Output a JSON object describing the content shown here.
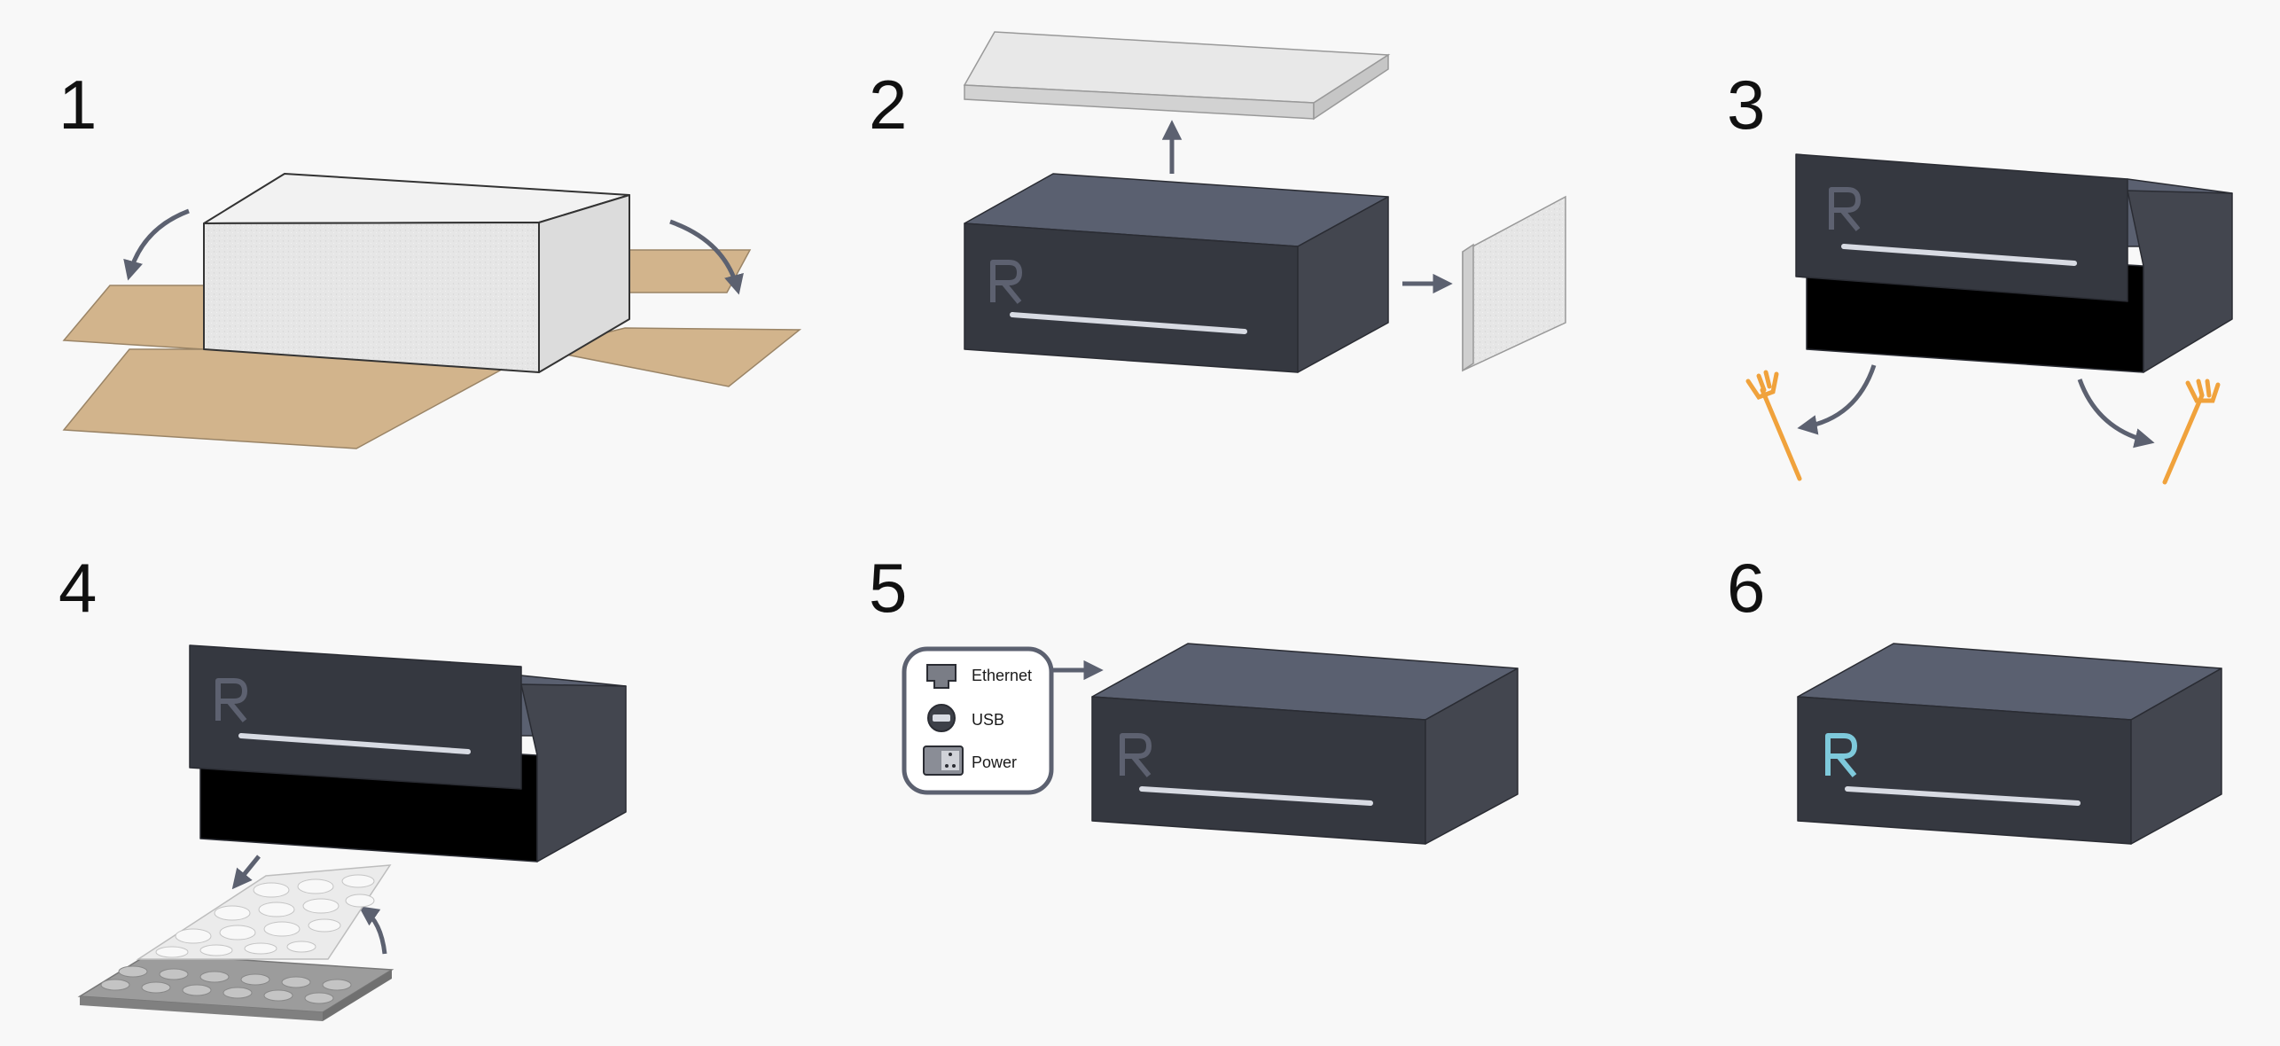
{
  "steps": [
    {
      "number": "1"
    },
    {
      "number": "2"
    },
    {
      "number": "3"
    },
    {
      "number": "4"
    },
    {
      "number": "5"
    },
    {
      "number": "6"
    }
  ],
  "device": {
    "logo_letter": "R",
    "logo_color_off": "#5d6170",
    "logo_color_on": "#7ec9db"
  },
  "ports": {
    "ethernet": "Ethernet",
    "usb": "USB",
    "power": "Power"
  },
  "colors": {
    "background": "#f8f8f8",
    "device_top": "#5a6070",
    "device_front": "#353840",
    "device_side": "#43464f",
    "arrow": "#5c6170",
    "cardboard": "#d2b48c",
    "foam": "#e4e4e4",
    "tie_orange": "#f0a23c"
  }
}
